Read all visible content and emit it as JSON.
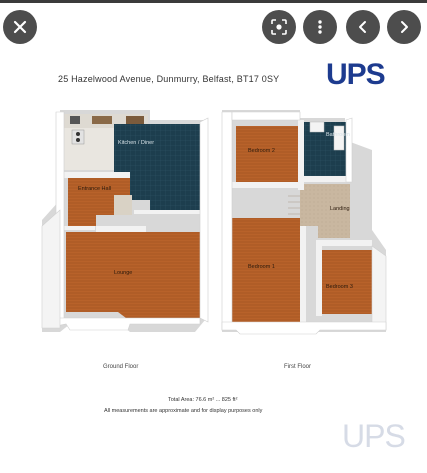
{
  "toolbar": {
    "close_icon": "close-icon",
    "lens_icon": "lens-icon",
    "more_icon": "more-vertical-icon",
    "prev_icon": "chevron-left-icon",
    "next_icon": "chevron-right-icon"
  },
  "plan": {
    "address": "25 Hazelwood Avenue, Dunmurry, Belfast, BT17 0SY",
    "brand": "UPS",
    "ground_floor_label": "Ground Floor",
    "first_floor_label": "First Floor",
    "total_area": "Total Area: 76.6 m² ... 825 ft²",
    "disclaimer": "All measurements are approximate and for display purposes only",
    "rooms": {
      "kitchen": "Kitchen / Diner",
      "entrance_hall": "Entrance Hall",
      "lounge": "Lounge",
      "bedroom2": "Bedroom 2",
      "bathroom": "Bathroom",
      "landing": "Landing",
      "bedroom1": "Bedroom 1",
      "bedroom3": "Bedroom 3"
    }
  },
  "colors": {
    "button_bg": "#4d4d4d",
    "brand_blue": "#1d3b8f",
    "wood_floor": "#b8622a",
    "tile_floor": "#1d3e4e"
  }
}
